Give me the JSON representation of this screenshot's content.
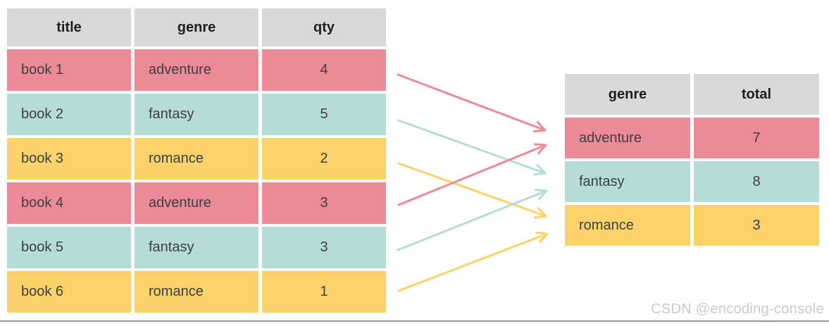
{
  "left_table": {
    "columns": [
      "title",
      "genre",
      "qty"
    ],
    "rows": [
      {
        "title": "book 1",
        "genre": "adventure",
        "qty": "4"
      },
      {
        "title": "book 2",
        "genre": "fantasy",
        "qty": "5"
      },
      {
        "title": "book 3",
        "genre": "romance",
        "qty": "2"
      },
      {
        "title": "book 4",
        "genre": "adventure",
        "qty": "3"
      },
      {
        "title": "book 5",
        "genre": "fantasy",
        "qty": "3"
      },
      {
        "title": "book 6",
        "genre": "romance",
        "qty": "1"
      }
    ]
  },
  "right_table": {
    "columns": [
      "genre",
      "total"
    ],
    "rows": [
      {
        "genre": "adventure",
        "total": "7"
      },
      {
        "genre": "fantasy",
        "total": "8"
      },
      {
        "genre": "romance",
        "total": "3"
      }
    ]
  },
  "arrows": [
    {
      "from_row": "book 1",
      "to_group": "adventure"
    },
    {
      "from_row": "book 2",
      "to_group": "fantasy"
    },
    {
      "from_row": "book 3",
      "to_group": "romance"
    },
    {
      "from_row": "book 4",
      "to_group": "adventure"
    },
    {
      "from_row": "book 5",
      "to_group": "fantasy"
    },
    {
      "from_row": "book 6",
      "to_group": "romance"
    }
  ],
  "colors": {
    "adventure": "#ec8b97",
    "fantasy": "#b6dcd8",
    "romance": "#fbd36a",
    "header_bg": "#d9d9d9",
    "divider": "#979797",
    "watermark_text": "#cbcbcb"
  },
  "watermark": {
    "text": "CSDN @encoding-console"
  }
}
